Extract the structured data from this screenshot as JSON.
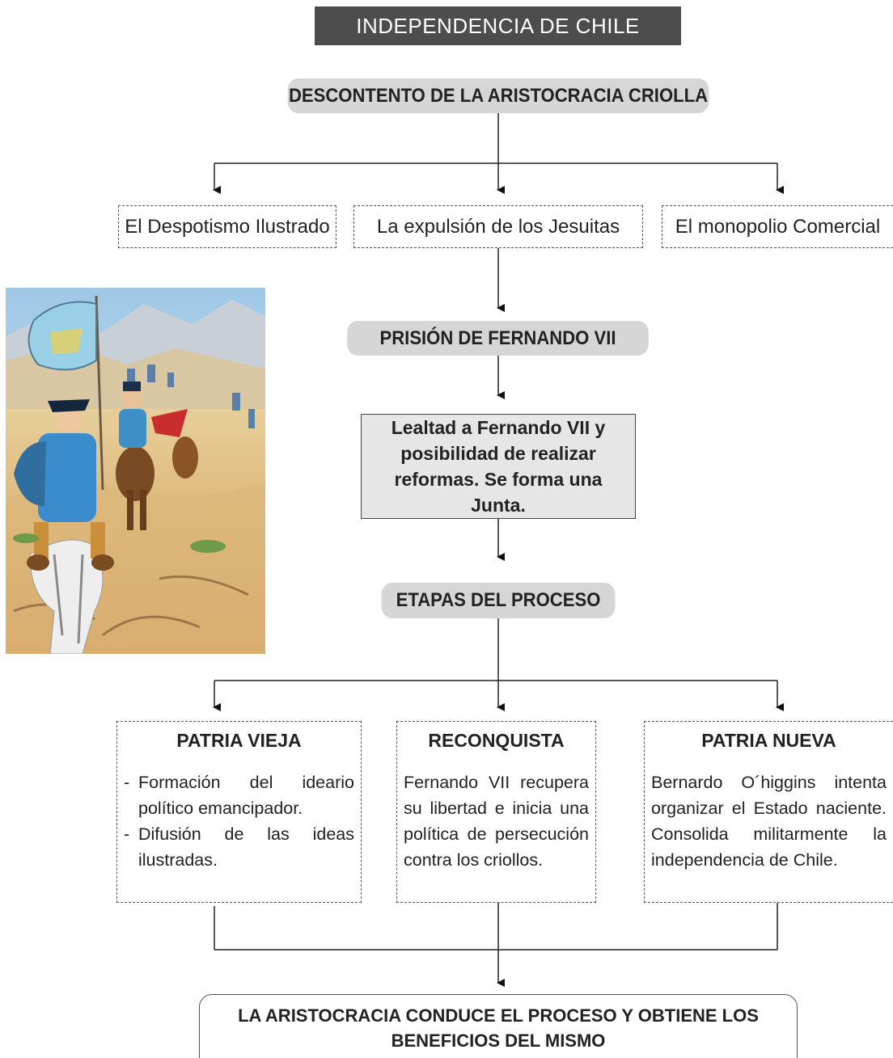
{
  "title": "INDEPENDENCIA DE CHILE",
  "top": "DESCONTENTO DE LA ARISTOCRACIA CRIOLLA",
  "causes": [
    "El Despotismo Ilustrado",
    "La expulsión de los Jesuitas",
    "El monopolio Comercial"
  ],
  "prison": "PRISIÓN DE FERNANDO VII",
  "loyalty": "Lealtad a Fernando VII y posibilidad de realizar reformas. Se forma una Junta.",
  "stages_header": "ETAPAS DEL PROCESO",
  "stages": {
    "patria_vieja": {
      "title": "PATRIA VIEJA",
      "items": [
        "Formación del ideario político emancipador.",
        "Difusión de las ideas ilustradas."
      ]
    },
    "reconquista": {
      "title": "RECONQUISTA",
      "text": "Fernando VII recupera su libertad e inicia una política de persecución contra los criollos."
    },
    "patria_nueva": {
      "title": "PATRIA NUEVA",
      "text": "Bernardo O´higgins intenta organizar el Estado naciente. Consolida militarmente la independencia de Chile."
    }
  },
  "conclusion": "LA ARISTOCRACIA CONDUCE EL PROCESO Y OBTIENE LOS BENEFICIOS DEL MISMO"
}
